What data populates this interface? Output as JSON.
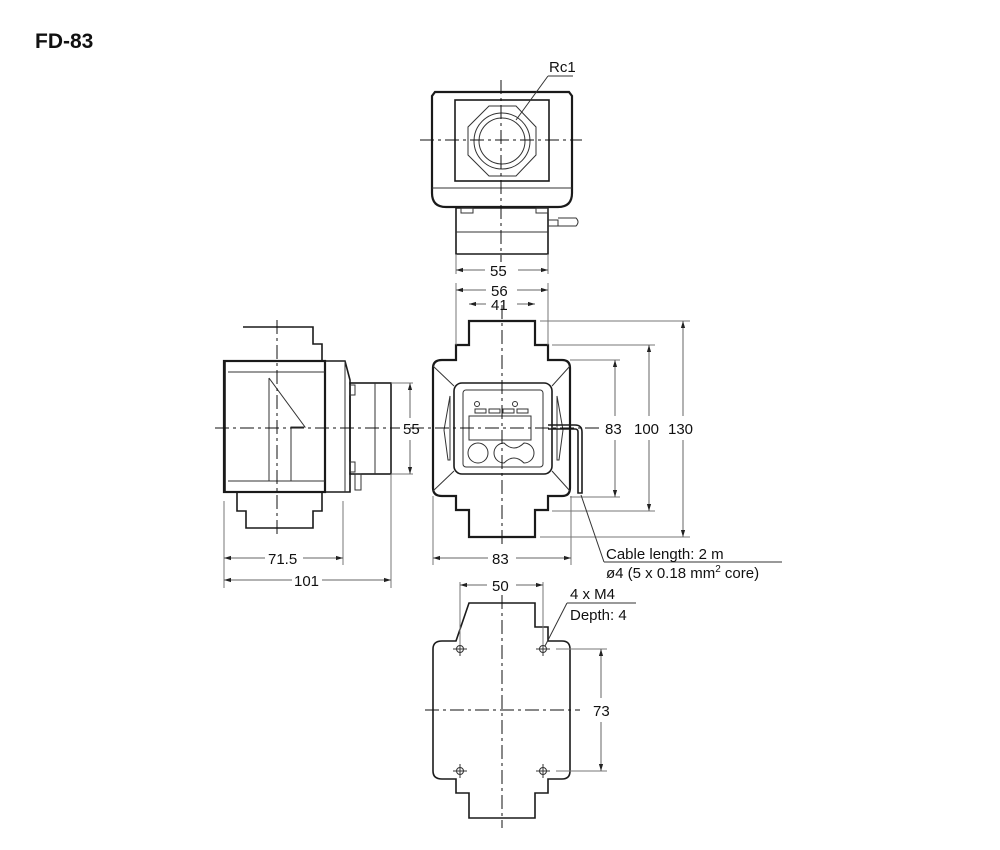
{
  "title": "FD-83",
  "labels": {
    "thread": "Rc1",
    "top_width": "55",
    "front_width_56": "56",
    "front_width_41": "41",
    "side_height_55": "55",
    "height_83": "83",
    "height_100": "100",
    "height_130": "130",
    "side_depth_71_5": "71.5",
    "side_depth_101": "101",
    "front_width_83": "83",
    "cable_line1": "Cable length: 2 m",
    "cable_line2": "ø4 (5 x 0.18 mm",
    "cable_sup": "2",
    "cable_line2_end": " core)",
    "bottom_width_50": "50",
    "screw_line1": "4 x M4",
    "screw_line2": "Depth: 4",
    "bottom_height_73": "73"
  },
  "views": [
    "top-view",
    "side-view",
    "front-view",
    "bottom-view"
  ]
}
